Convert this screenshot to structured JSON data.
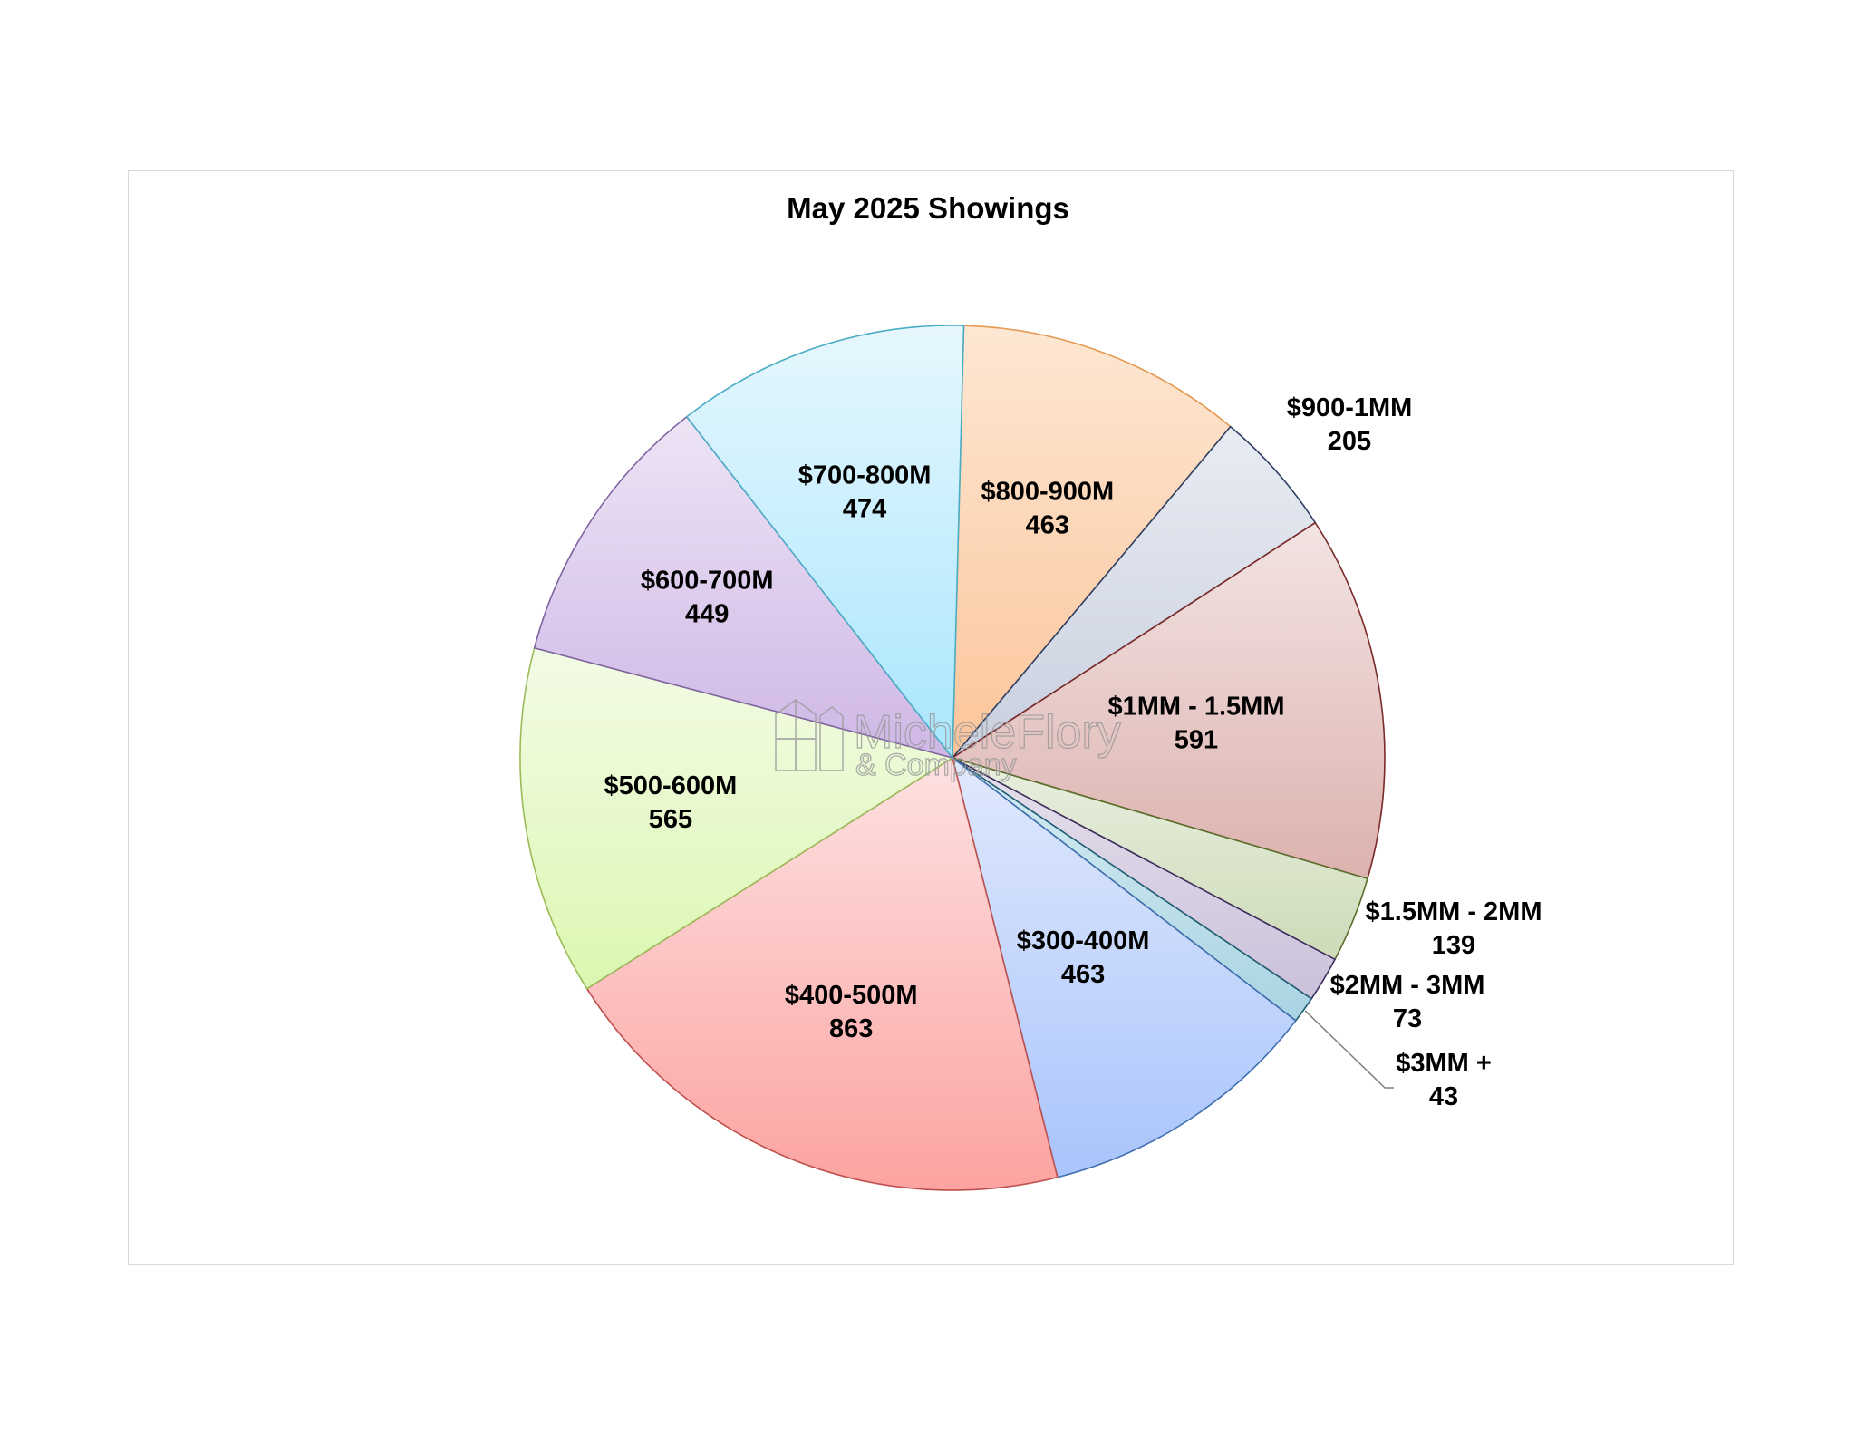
{
  "chart_data": {
    "type": "pie",
    "title": "May 2025 Showings",
    "watermark": {
      "line1": "MicheleFlory",
      "line2": "& Company"
    },
    "slices": [
      {
        "label": "$800-900M",
        "value": 463,
        "color_top": "#fde7d3",
        "color_bottom": "#fcc59a",
        "stroke": "#e59a52"
      },
      {
        "label": "$900-1MM",
        "value": 205,
        "color_top": "#e9ecf3",
        "color_bottom": "#c8cfde",
        "stroke": "#2e3e63"
      },
      {
        "label": "$1MM - 1.5MM",
        "value": 591,
        "color_top": "#f3e4e3",
        "color_bottom": "#dcb2ae",
        "stroke": "#7a2a28"
      },
      {
        "label": "$1.5MM - 2MM",
        "value": 139,
        "color_top": "#e9efdf",
        "color_bottom": "#cddbb8",
        "stroke": "#5a6e2c"
      },
      {
        "label": "$2MM - 3MM",
        "value": 73,
        "color_top": "#e5e0ec",
        "color_bottom": "#cbc1da",
        "stroke": "#3f2d62"
      },
      {
        "label": "$3MM +",
        "value": 43,
        "color_top": "#d7ecf2",
        "color_bottom": "#a9d4e2",
        "stroke": "#1f5f74"
      },
      {
        "label": "$300-400M",
        "value": 463,
        "color_top": "#e0e9fd",
        "color_bottom": "#a9c4fb",
        "stroke": "#3f6fb0"
      },
      {
        "label": "$400-500M",
        "value": 863,
        "color_top": "#fde1e1",
        "color_bottom": "#fca3a1",
        "stroke": "#c0504d"
      },
      {
        "label": "$500-600M",
        "value": 565,
        "color_top": "#f3fbe6",
        "color_bottom": "#dbf7b1",
        "stroke": "#9bbb59"
      },
      {
        "label": "$600-700M",
        "value": 449,
        "color_top": "#ede4f5",
        "color_bottom": "#cfb7e6",
        "stroke": "#8064a2"
      },
      {
        "label": "$700-800M",
        "value": 474,
        "color_top": "#e6f7fd",
        "color_bottom": "#a9e6fd",
        "stroke": "#4bacc6"
      }
    ]
  }
}
